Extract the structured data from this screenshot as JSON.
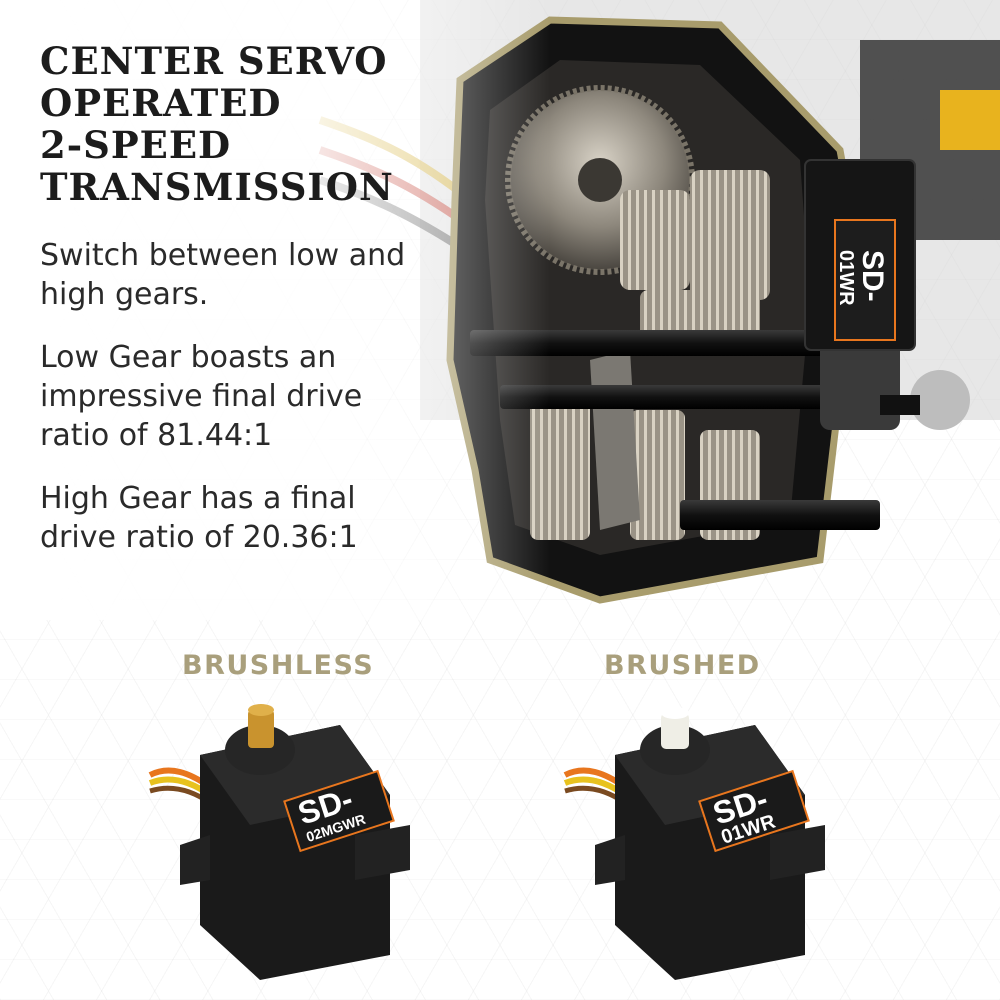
{
  "headline": [
    "CENTER SERVO",
    "OPERATED",
    "2-SPEED",
    "TRANSMISSION"
  ],
  "paragraphs": [
    "Switch between low and high gears.",
    "Low Gear boasts an impressive final drive ratio of 81.44:1",
    "High Gear has a final drive ratio of 20.36:1"
  ],
  "products": [
    {
      "label": "BRUSHLESS",
      "model_top": "SD-",
      "model_bottom": "02MGWR"
    },
    {
      "label": "BRUSHED",
      "model_top": "SD-",
      "model_bottom": "01WR"
    }
  ],
  "transmission_servo_label": {
    "top": "SD-",
    "bottom": "01WR"
  },
  "colors": {
    "headline": "#1c1c1c",
    "body_text": "#2a2a2a",
    "label_accent": "#a99f7c",
    "housing_outline": "#a89c6c",
    "servo_orange": "#e8761e"
  }
}
